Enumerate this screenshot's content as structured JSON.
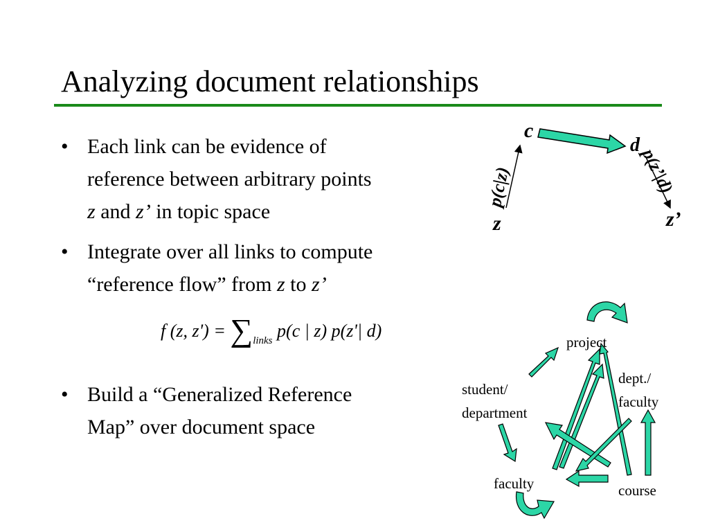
{
  "title": "Analyzing document relationships",
  "bullets": {
    "b1": {
      "text_a": "Each link can be evidence of",
      "text_b": "reference between arbitrary points",
      "z": "z",
      "and": " and ",
      "zp": "z’",
      "rest": " in topic space"
    },
    "b2": {
      "text_a": "Integrate over all links to compute",
      "text_b": "“reference flow” from ",
      "z": "z",
      "to": " to ",
      "zp": "z’"
    },
    "b3": {
      "text_a": "Build a “Generalized Reference",
      "text_b": "Map” over document space"
    },
    "bullet_char": "•"
  },
  "formula": {
    "lhs": "f (z, z') = ",
    "sigma": "∑",
    "sub": "links",
    "rhs": " p(c | z) p(z'| d)"
  },
  "topic_diagram": {
    "c": "c",
    "d": "d",
    "z": "z",
    "zp": "z’",
    "pcz": "p(c|z)",
    "pzd": "p(z’|d)",
    "arrow_color": "#2cd6a6"
  },
  "reference_map": {
    "nodes": {
      "project": "project",
      "student": "student/",
      "department": "department",
      "dept": "dept./",
      "faculty_right": "faculty",
      "faculty": "faculty",
      "course": "course"
    },
    "arrow_color": "#2cd6a6"
  }
}
